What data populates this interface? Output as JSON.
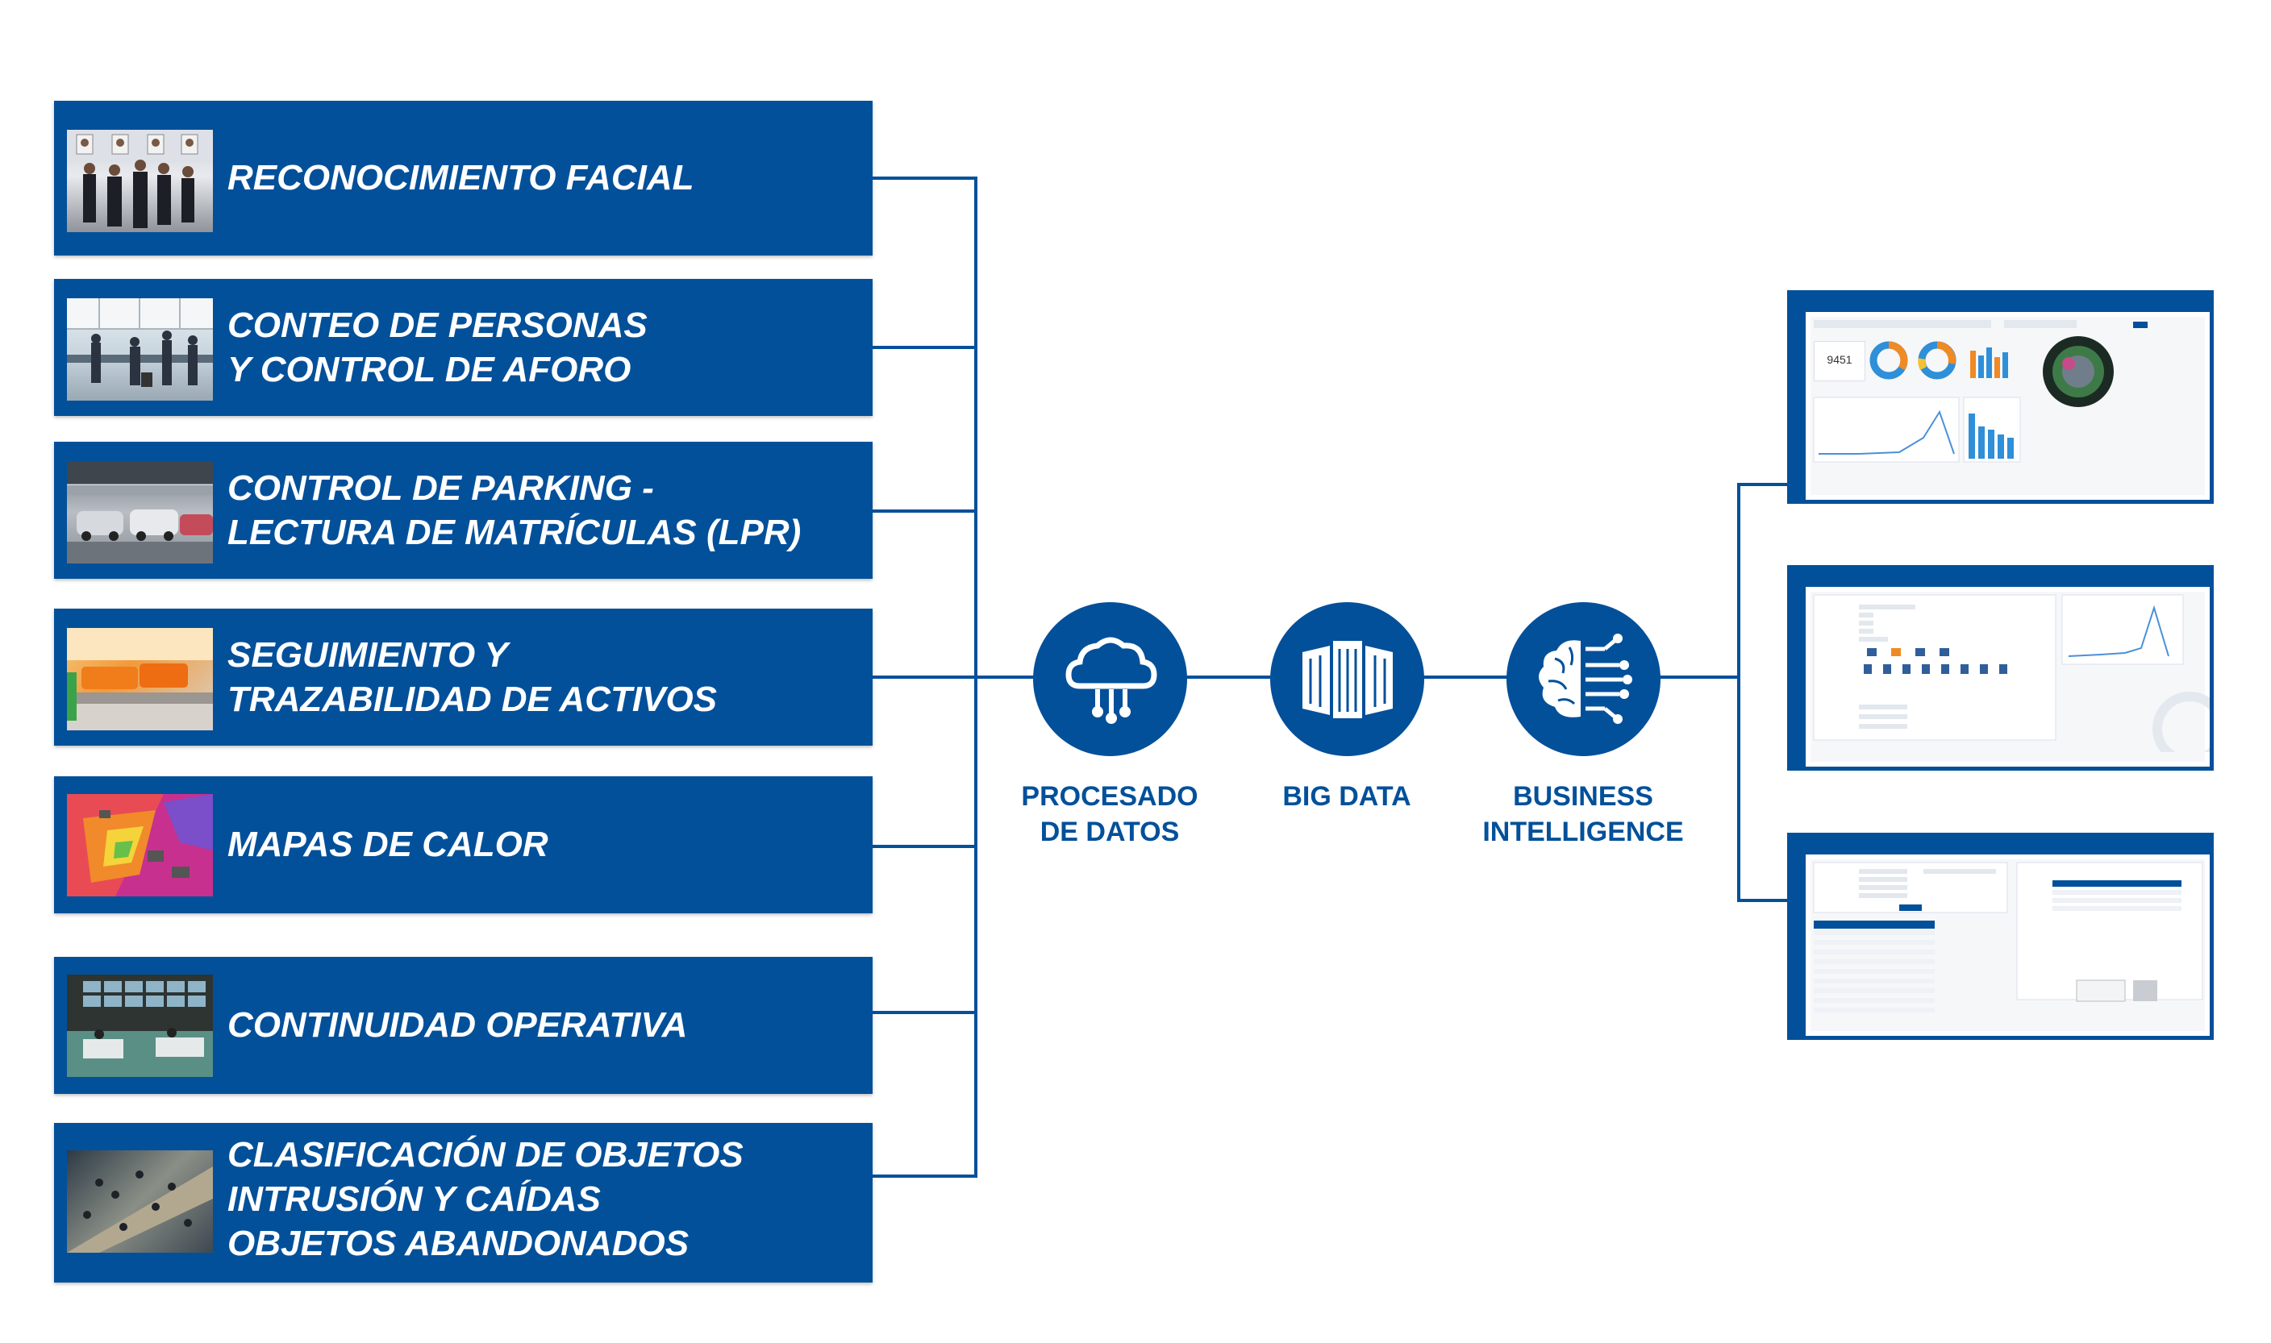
{
  "categories": [
    {
      "label": "RECONOCIMIENTO FACIAL"
    },
    {
      "label": "CONTEO DE PERSONAS\nY CONTROL DE AFORO"
    },
    {
      "label": "CONTROL DE PARKING -\nLECTURA DE MATRÍCULAS (LPR)"
    },
    {
      "label": "SEGUIMIENTO Y\nTRAZABILIDAD DE ACTIVOS"
    },
    {
      "label": "MAPAS DE CALOR"
    },
    {
      "label": "CONTINUIDAD OPERATIVA"
    },
    {
      "label": "CLASIFICACIÓN DE OBJETOS\nINTRUSIÓN Y CAÍDAS\nOBJETOS ABANDONADOS"
    }
  ],
  "pipeline": [
    {
      "label": "PROCESADO\nDE DATOS",
      "icon": "cloud-processing-icon"
    },
    {
      "label": "BIG DATA",
      "icon": "server-racks-icon"
    },
    {
      "label": "BUSINESS\nINTELLIGENCE",
      "icon": "ai-brain-icon"
    }
  ],
  "dashboards": {
    "kpi_value": "9451"
  },
  "colors": {
    "brand_blue": "#03509a",
    "chart_blue": "#2f8fd8",
    "chart_orange": "#f08a24"
  }
}
